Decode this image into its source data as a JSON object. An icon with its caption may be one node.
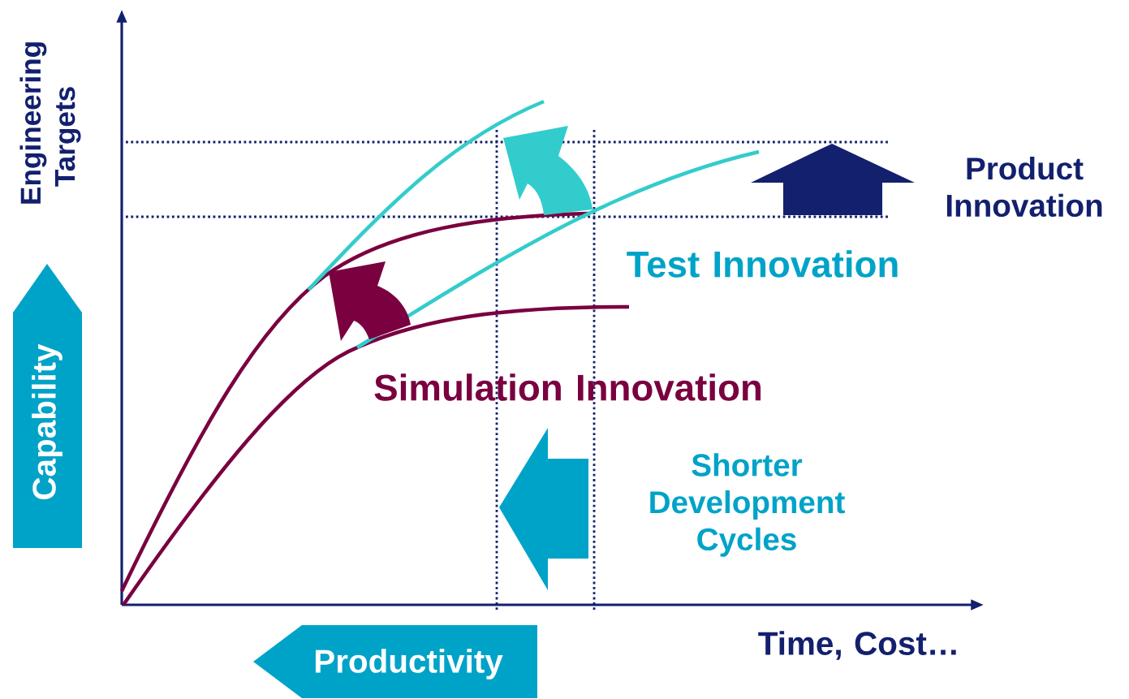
{
  "diagram": {
    "nodes": [
      {
        "text": [
          "Capability"
        ]
      },
      {
        "text": [
          "Productivity"
        ]
      }
    ],
    "labels": [
      "Engineering Targets",
      "Product Innovation",
      "Test Innovation",
      "Simulation Innovation",
      "Shorter Development Cycles",
      "Time, Cost…"
    ]
  }
}
